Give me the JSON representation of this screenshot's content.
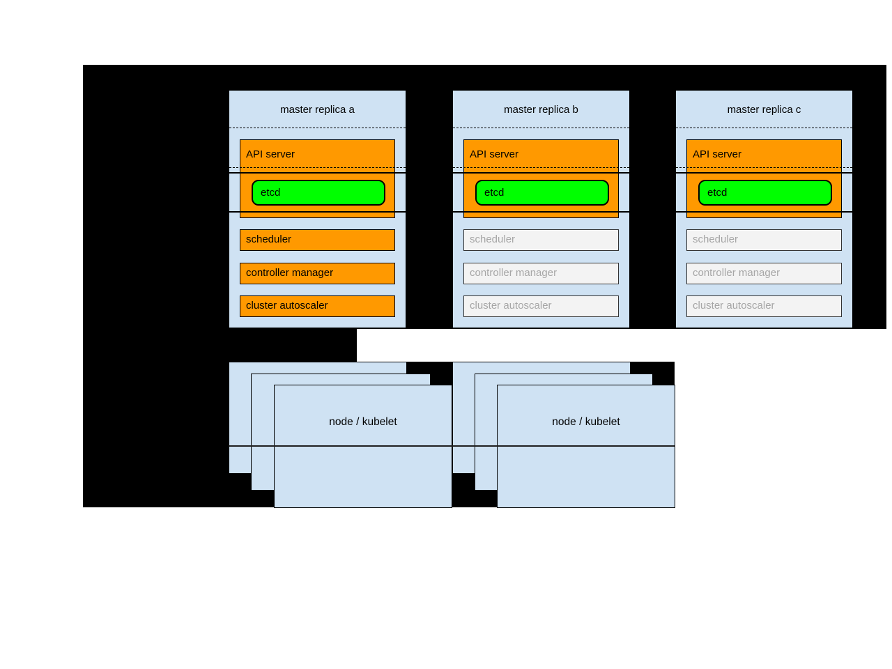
{
  "colors": {
    "canvas": "#000000",
    "panel_blue": "#cfe2f3",
    "active_orange": "#ff9900",
    "etcd_green": "#00ff00",
    "standby_fill": "#f3f3f3",
    "standby_text": "#a6a6a6"
  },
  "masters": [
    {
      "title": "master replica a",
      "state": "active",
      "components": {
        "api_server": "API server",
        "etcd": "etcd",
        "scheduler": "scheduler",
        "controller_manager": "controller manager",
        "cluster_autoscaler": "cluster autoscaler"
      }
    },
    {
      "title": "master replica b",
      "state": "standby",
      "components": {
        "api_server": "API server",
        "etcd": "etcd",
        "scheduler": "scheduler",
        "controller_manager": "controller manager",
        "cluster_autoscaler": "cluster autoscaler"
      }
    },
    {
      "title": "master replica c",
      "state": "standby",
      "components": {
        "api_server": "API server",
        "etcd": "etcd",
        "scheduler": "scheduler",
        "controller_manager": "controller manager",
        "cluster_autoscaler": "cluster autoscaler"
      }
    }
  ],
  "node_stacks": [
    {
      "label": "node / kubelet"
    },
    {
      "label": "node / kubelet"
    }
  ]
}
